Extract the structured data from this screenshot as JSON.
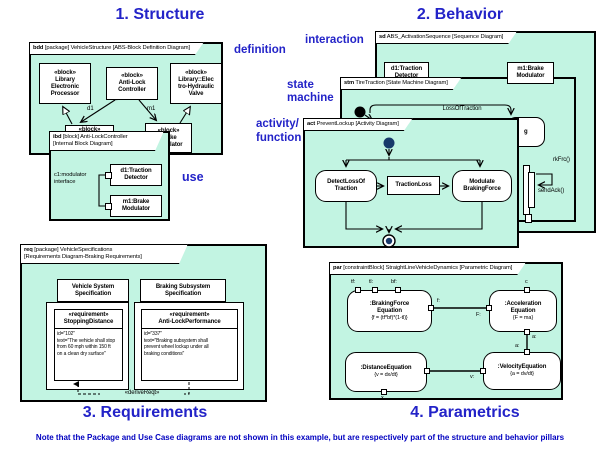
{
  "colors": {
    "mint": "#c2f4e2",
    "blue": "#2323c8",
    "navy": "#17396a",
    "note": "#0000c0"
  },
  "titles": {
    "structure": "1. Structure",
    "behavior": "2. Behavior",
    "requirements": "3. Requirements",
    "parametrics": "4. Parametrics"
  },
  "labels": {
    "definition": "definition",
    "interaction": "interaction",
    "state": "state",
    "machine": "machine",
    "activity": "activity/",
    "function": "function",
    "use": "use"
  },
  "bdd": {
    "tab_kw": "bdd",
    "tab_rest": " [package] VehicleStructure [ABS-Block Definition Diagram]",
    "block_processor": {
      "stereotype": "«block»",
      "line1": "Library",
      "line2": "Electronic",
      "line3": "Processor"
    },
    "block_controller": {
      "stereotype": "«block»",
      "line1": "Anti-Lock",
      "line2": "Controller"
    },
    "block_valve": {
      "stereotype": "«block»",
      "line1": "Library::Elec",
      "line2": "tro-Hydraulic",
      "line3": "Valve"
    },
    "block_detector": {
      "stereotype": "«block»"
    },
    "block_modulator": {
      "stereotype": "«block»",
      "line1": "Brake",
      "line2": "Modulator"
    },
    "edge_d1": "d1",
    "edge_m1": "m1"
  },
  "ibd": {
    "tab_kw": "ibd",
    "tab_rest": " [block] Anti-LockController",
    "tab_line2": "[Internal Block Diagram]",
    "connector_label1": "c1:modulator",
    "connector_label2": "interface",
    "part_d1": {
      "line1": "d1:Traction",
      "line2": "Detector"
    },
    "part_m1": {
      "line1": "m1:Brake",
      "line2": "Modulator"
    }
  },
  "sd": {
    "tab_kw": "sd",
    "tab_rest": " ABS_ActivationSequence [Sequence Diagram]",
    "lifeline_d1": {
      "line1": "d1:Traction",
      "line2": "Detector"
    },
    "lifeline_m1": {
      "line1": "m1:Brake",
      "line2": "Modulator"
    },
    "msg_partial": "rkFrc()",
    "msg_sendack": "sendAck()"
  },
  "stm": {
    "tab_kw": "stm",
    "tab_rest": " TireTraction [State Machine Diagram]",
    "transition": "LossOfTraction",
    "state_partial": "g"
  },
  "act": {
    "tab_kw": "act",
    "tab_rest": " PreventLockup [Activity Diagram]",
    "action_detect": {
      "line1": "DetectLossOf",
      "line2": "Traction"
    },
    "object_node": "TractionLoss",
    "action_modulate": {
      "line1": "Modulate",
      "line2": "BrakingForce"
    }
  },
  "req": {
    "tab_kw": "req",
    "tab_rest": " [package] VehicleSpecifications",
    "tab_line2": "[Requirements Diagram-Braking Requirements]",
    "pkg_vehicle": {
      "line1": "Vehicle System",
      "line2": "Specification"
    },
    "pkg_braking": {
      "line1": "Braking Subsystem",
      "line2": "Specification"
    },
    "req_stopping": {
      "stereotype": "«requirement»",
      "name": "StoppingDistance",
      "id": "id=\"102\"",
      "text1": "text=\"The vehicle shall stop",
      "text2": "from 60 mph within 150 ft",
      "text3": "on a clean dry surface\""
    },
    "req_antilock": {
      "stereotype": "«requirement»",
      "name": "Anti-LockPerformance",
      "id": "id=\"337\"",
      "text1": "text=\"Braking subsystem shall",
      "text2": "prevent wheel lockup under all",
      "text3": "braking conditions\""
    },
    "derive": "«deriveReqt»"
  },
  "par": {
    "tab_kw": "par",
    "tab_rest": " [constraintBlock] StraightLineVehicleDynamics [Parametric Diagram]",
    "braking_force": {
      "name1": ":BrakingForce",
      "name2": "Equation",
      "constraint": "{f = (tf*bf)*(1-tl)}",
      "port_tf": "tf:",
      "port_tl": "tl:",
      "port_bf": "bf:",
      "port_f": "f:"
    },
    "acceleration": {
      "name1": ":Acceleration",
      "name2": "Equation",
      "constraint": "{F = ma}",
      "port_c": "c",
      "port_F": "F:",
      "port_a1": "a:",
      "port_a2": "a:"
    },
    "distance": {
      "name": ":DistanceEquation",
      "constraint": "{v = dx/dt}",
      "port_v": "v:",
      "port_x": "x"
    },
    "velocity": {
      "name": ":VelocityEquation",
      "constraint": "{a = dv/dt}"
    }
  },
  "note": "Note that the Package and Use Case diagrams are not shown in this example, but are respectively part of the structure and behavior pillars"
}
